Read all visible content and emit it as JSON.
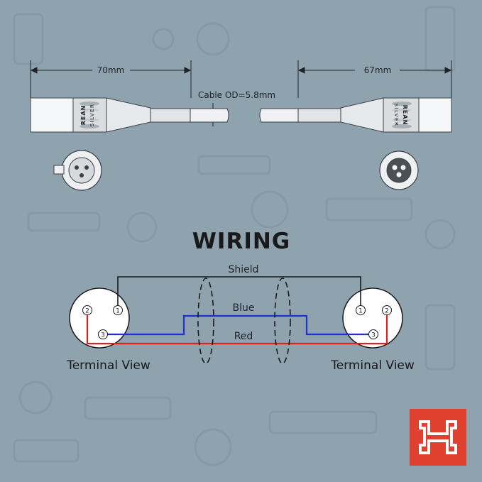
{
  "dimensions": {
    "left_length": "70mm",
    "right_length": "67mm",
    "cable_od": "Cable OD=5.8mm"
  },
  "connectors": {
    "brand": "REAN",
    "brand_sub": "SILVER"
  },
  "wiring": {
    "title": "WIRING",
    "wires": {
      "shield": "Shield",
      "blue": "Blue",
      "red": "Red"
    },
    "left_pins": [
      "2",
      "1",
      "3"
    ],
    "right_pins": [
      "1",
      "2",
      "3"
    ],
    "left_caption": "Terminal View",
    "right_caption": "Terminal View"
  },
  "colors": {
    "background": "#8fa3af",
    "blue_wire": "#1f2fd6",
    "red_wire": "#e02020",
    "shield_wire": "#1a1a1a",
    "logo_bg": "#e2402e"
  },
  "logo": {
    "icon": "hosa-logo-icon"
  }
}
